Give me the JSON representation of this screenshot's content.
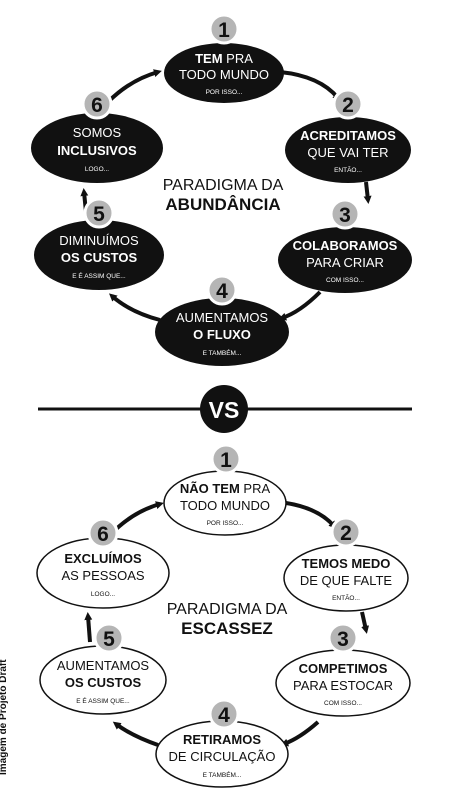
{
  "abundance": {
    "title_line1": "PARADIGMA DA",
    "title_line2": "ABUNDÂNCIA",
    "nodes": [
      {
        "num": "1",
        "bold": "TEM",
        "rest": " PRA",
        "line2": "TODO MUNDO",
        "line2_bold": false,
        "sub": "POR ISSO..."
      },
      {
        "num": "2",
        "bold": "ACREDITAMOS",
        "rest": "",
        "line2": "QUE VAI TER",
        "line2_bold": false,
        "sub": "ENTÃO..."
      },
      {
        "num": "3",
        "bold": "COLABORAMOS",
        "rest": "",
        "line2": "PARA CRIAR",
        "line2_bold": false,
        "sub": "COM ISSO..."
      },
      {
        "num": "4",
        "bold": "",
        "rest": "AUMENTAMOS",
        "line2": "O FLUXO",
        "line2_bold": true,
        "sub": "E TAMBÉM..."
      },
      {
        "num": "5",
        "bold": "",
        "rest": "DIMINUÍMOS",
        "line2": "OS CUSTOS",
        "line2_bold": true,
        "sub": "E É ASSIM QUE..."
      },
      {
        "num": "6",
        "bold": "",
        "rest": "SOMOS",
        "line2": "INCLUSIVOS",
        "line2_bold": true,
        "sub": "LOGO..."
      }
    ]
  },
  "versus_label": "VS",
  "scarcity": {
    "title_line1": "PARADIGMA DA",
    "title_line2": "ESCASSEZ",
    "nodes": [
      {
        "num": "1",
        "bold": "NÃO TEM",
        "rest": " PRA",
        "line2": "TODO MUNDO",
        "line2_bold": false,
        "sub": "POR ISSO..."
      },
      {
        "num": "2",
        "bold": "TEMOS MEDO",
        "rest": "",
        "line2": "DE QUE FALTE",
        "line2_bold": false,
        "sub": "ENTÃO..."
      },
      {
        "num": "3",
        "bold": "COMPETIMOS",
        "rest": "",
        "line2": "PARA ESTOCAR",
        "line2_bold": false,
        "sub": "COM ISSO..."
      },
      {
        "num": "4",
        "bold": "RETIRAMOS",
        "rest": "",
        "line2": "DE CIRCULAÇÃO",
        "line2_bold": false,
        "sub": "E TAMBÉM..."
      },
      {
        "num": "5",
        "bold": "",
        "rest": "AUMENTAMOS",
        "line2": "OS CUSTOS",
        "line2_bold": true,
        "sub": "E É ASSIM QUE..."
      },
      {
        "num": "6",
        "bold": "EXCLUÍMOS",
        "rest": "",
        "line2": "AS PESSOAS",
        "line2_bold": false,
        "sub": "LOGO..."
      }
    ]
  },
  "credit": "Imagem de Projeto Draft",
  "colors": {
    "ink": "#111111",
    "badge": "#b5b5b5",
    "paper": "#ffffff"
  }
}
